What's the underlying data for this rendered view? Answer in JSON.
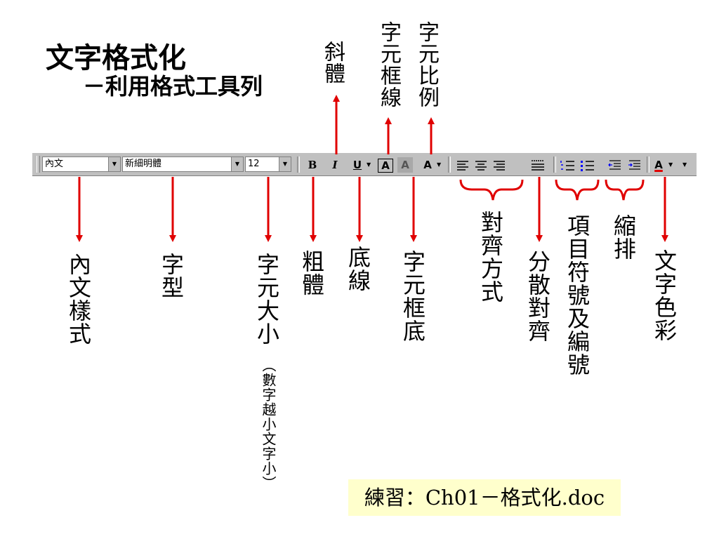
{
  "title": "文字格式化",
  "subtitle": "－利用格式工具列",
  "toolbar": {
    "style_value": "內文",
    "font_value": "新細明體",
    "size_value": "12",
    "bold_glyph": "B",
    "italic_glyph": "I",
    "underline_glyph": "U",
    "char_border_glyph": "A",
    "char_shading_glyph": "A",
    "char_scale_glyph": "A"
  },
  "labels_top": {
    "italic": "斜體",
    "char_border": "字元框線",
    "char_scale": "字元比例"
  },
  "labels_bottom": {
    "style": "內文樣式",
    "font": "字型",
    "size": "字元大小",
    "size_note": "（數字越小文字小）",
    "bold": "粗體",
    "underline": "底線",
    "shading": "字元框底",
    "alignment": "對齊方式",
    "distributed": "分散對齊",
    "bullets": "項目符號及編號",
    "indent": "縮排",
    "font_color": "文字色彩"
  },
  "practice": "練習：Ch01－格式化.doc",
  "colors": {
    "arrow": "#e00000",
    "toolbar": "#c0c0c0",
    "practice_bg": "#ffffcc"
  }
}
